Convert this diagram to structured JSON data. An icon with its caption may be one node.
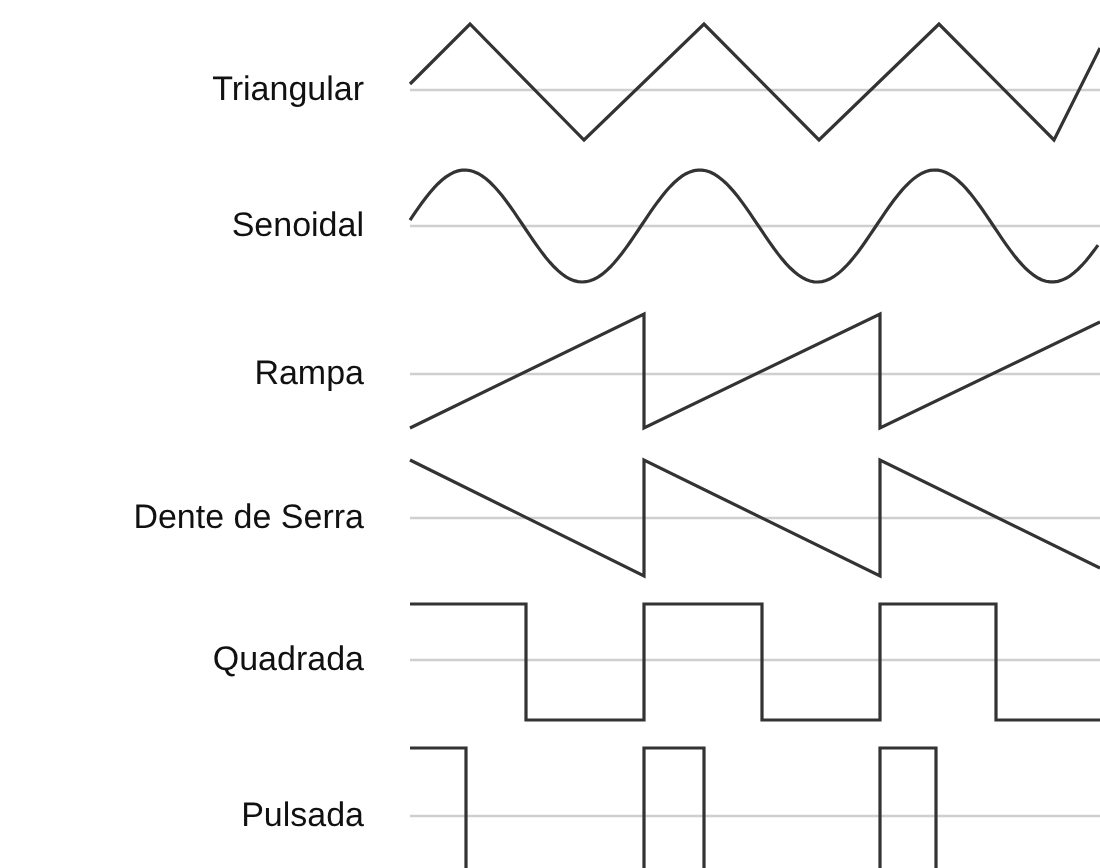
{
  "diagram": {
    "labels": [
      "Triangular",
      "Senoidal",
      "Rampa",
      "Dente de Serra",
      "Quadrada",
      "Pulsada"
    ]
  }
}
